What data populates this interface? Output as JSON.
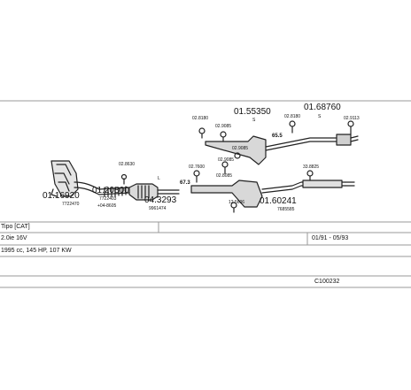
{
  "parts": {
    "main_numbers": {
      "p_0116920": "01.16920",
      "p_0120800": "01.20800",
      "p_043293": "04.3293",
      "p_0155350": "01.55350",
      "p_0168760": "01.68760",
      "p_0160241": "01.60241"
    },
    "small_codes": {
      "s_7722470": "7722470",
      "s_7722403": "7722403",
      "s_4648605": "+04-8605",
      "s_9961474": "9961474",
      "s_7685585": "7685585",
      "s_s1": "S",
      "s_s2": "S",
      "s_l": "L",
      "s_c1": "02.8180",
      "s_c2": "02.9085",
      "s_c3": "02.9085",
      "s_c4": "02.8180",
      "s_c5": "02.9113",
      "s_c6": "02.8630",
      "s_c7": "02.7600",
      "s_c8": "02.9085",
      "s_c9": "02.8085",
      "s_c10": "12.5606",
      "s_c11": "33.8825"
    },
    "pipe_marks": {
      "m_655": "65.5",
      "m_673": "67.3"
    }
  },
  "info": {
    "model": "Tipo  [CAT]",
    "engine": "2.0ie 16V",
    "dates": "01/91 - 05/93",
    "displacement": "1995 cc, 145 HP, 107 KW",
    "code": "C100232"
  }
}
